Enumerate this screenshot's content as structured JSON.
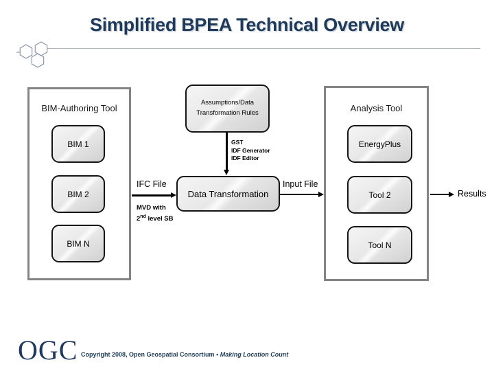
{
  "slide": {
    "title": "Simplified BPEA Technical Overview"
  },
  "diagram": {
    "left": {
      "label": "BIM-Authoring Tool",
      "items": [
        {
          "label": "BIM 1"
        },
        {
          "label": "BIM 2"
        },
        {
          "label": "BIM N"
        }
      ]
    },
    "middle": {
      "rules_box_label": "Assumptions/Data Transformation Rules",
      "arrow_labels": [
        "GST",
        "IDF Generator",
        "IDF Editor"
      ],
      "transform_box_label": "Data Transformation",
      "ifc_file_label": "IFC File",
      "mvd_line1": "MVD with",
      "mvd_num": "2",
      "mvd_sup": "nd",
      "mvd_rest": " level SB",
      "input_file_label": "Input File"
    },
    "right": {
      "label": "Analysis Tool",
      "items": [
        {
          "label": "EnergyPlus"
        },
        {
          "label": "Tool 2"
        },
        {
          "label": "Tool N"
        }
      ]
    },
    "results_label": "Results"
  },
  "footer": {
    "logo_text": "OGC",
    "copyright": "Copyright  2008, Open Geospatial Consortium",
    "bullet": "▪",
    "tagline": "Making Location Count"
  },
  "colors": {
    "title": "#1e3a5a",
    "container_border": "#848484",
    "node_border": "#141414",
    "footer_navy": "#1f3860",
    "rule_gray": "#aab3bf"
  }
}
